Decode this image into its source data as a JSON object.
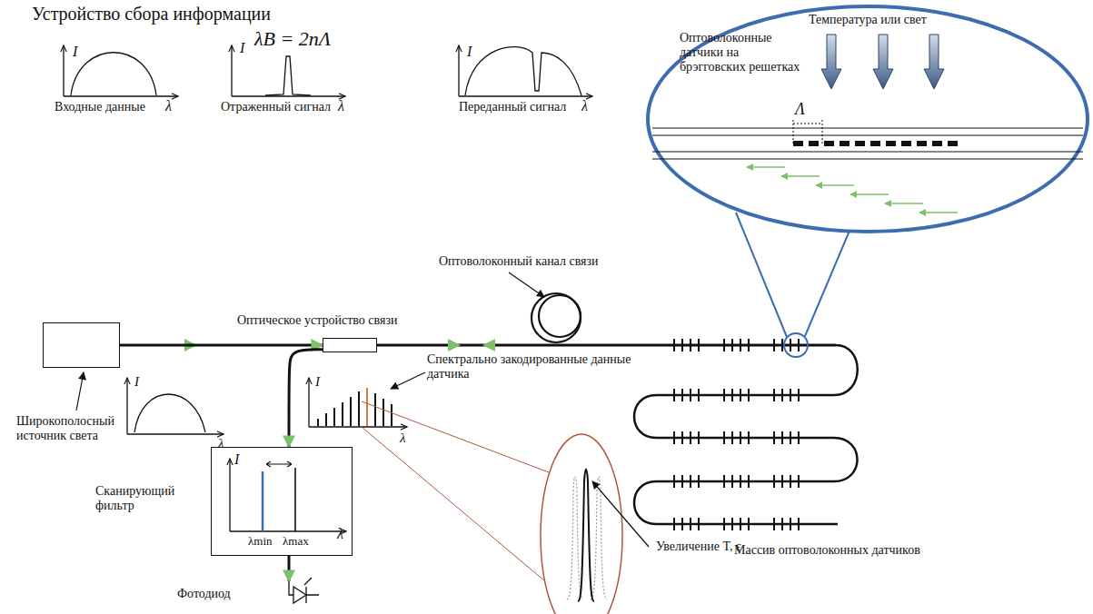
{
  "diagram": {
    "title": "Устройство сбора информации",
    "nodes": [
      {
        "text": [
          "Широкополосный источник света"
        ]
      },
      {
        "text": [
          "Оптическое устройство связи"
        ]
      },
      {
        "text": [
          "Сканирующий фильтр",
          "I",
          "λmin",
          "λmax",
          "λ"
        ]
      },
      {
        "text": [
          "Фотодиод"
        ]
      },
      {
        "text": [
          "Температура или свет",
          "Оптоволоконные датчики на брэгговских решетках",
          "Λ"
        ]
      }
    ],
    "edges": [
      {
        "from": 0,
        "to": 1,
        "arrow": "to"
      },
      {
        "from": 1,
        "to": 2,
        "arrow": "to"
      },
      {
        "from": 2,
        "to": 3,
        "arrow": "to"
      }
    ],
    "labels": [
      "I",
      "Входные данные",
      "λ",
      "I",
      "λB = 2nΛ",
      "Отраженный сигнал",
      "λ",
      "I",
      "Переданный сигнал",
      "λ",
      "Оптоволоконный канал связи",
      "I",
      "λ",
      "I",
      "λ",
      "Спектрально закодированные данные датчика",
      "Увеличение T, ε",
      "Массив оптоволоконных датчиков"
    ]
  }
}
